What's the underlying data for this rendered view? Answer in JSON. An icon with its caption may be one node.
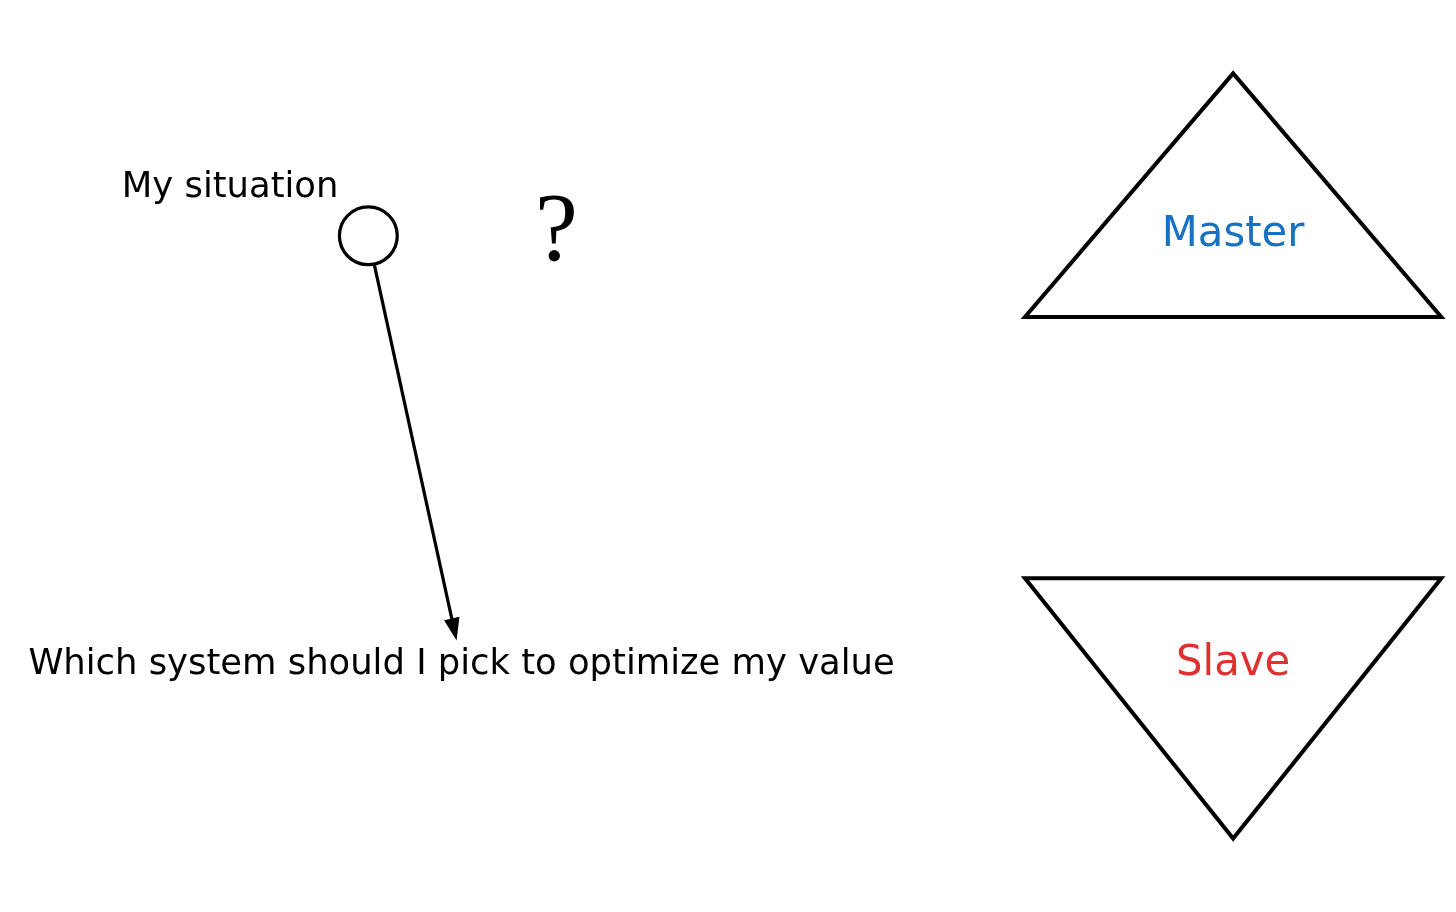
{
  "diagram": {
    "nodes": [
      {
        "text": [],
        "shape": "circle",
        "beside": [
          "My situation"
        ]
      },
      {
        "text": [
          "Which system should I pick to optimize my value"
        ]
      },
      {
        "text": [
          "Master"
        ]
      },
      {
        "text": [
          "Slave"
        ]
      }
    ],
    "edges": [
      {
        "from": 0,
        "to": 1,
        "arrow": "to"
      }
    ],
    "labels": [
      "?"
    ]
  }
}
